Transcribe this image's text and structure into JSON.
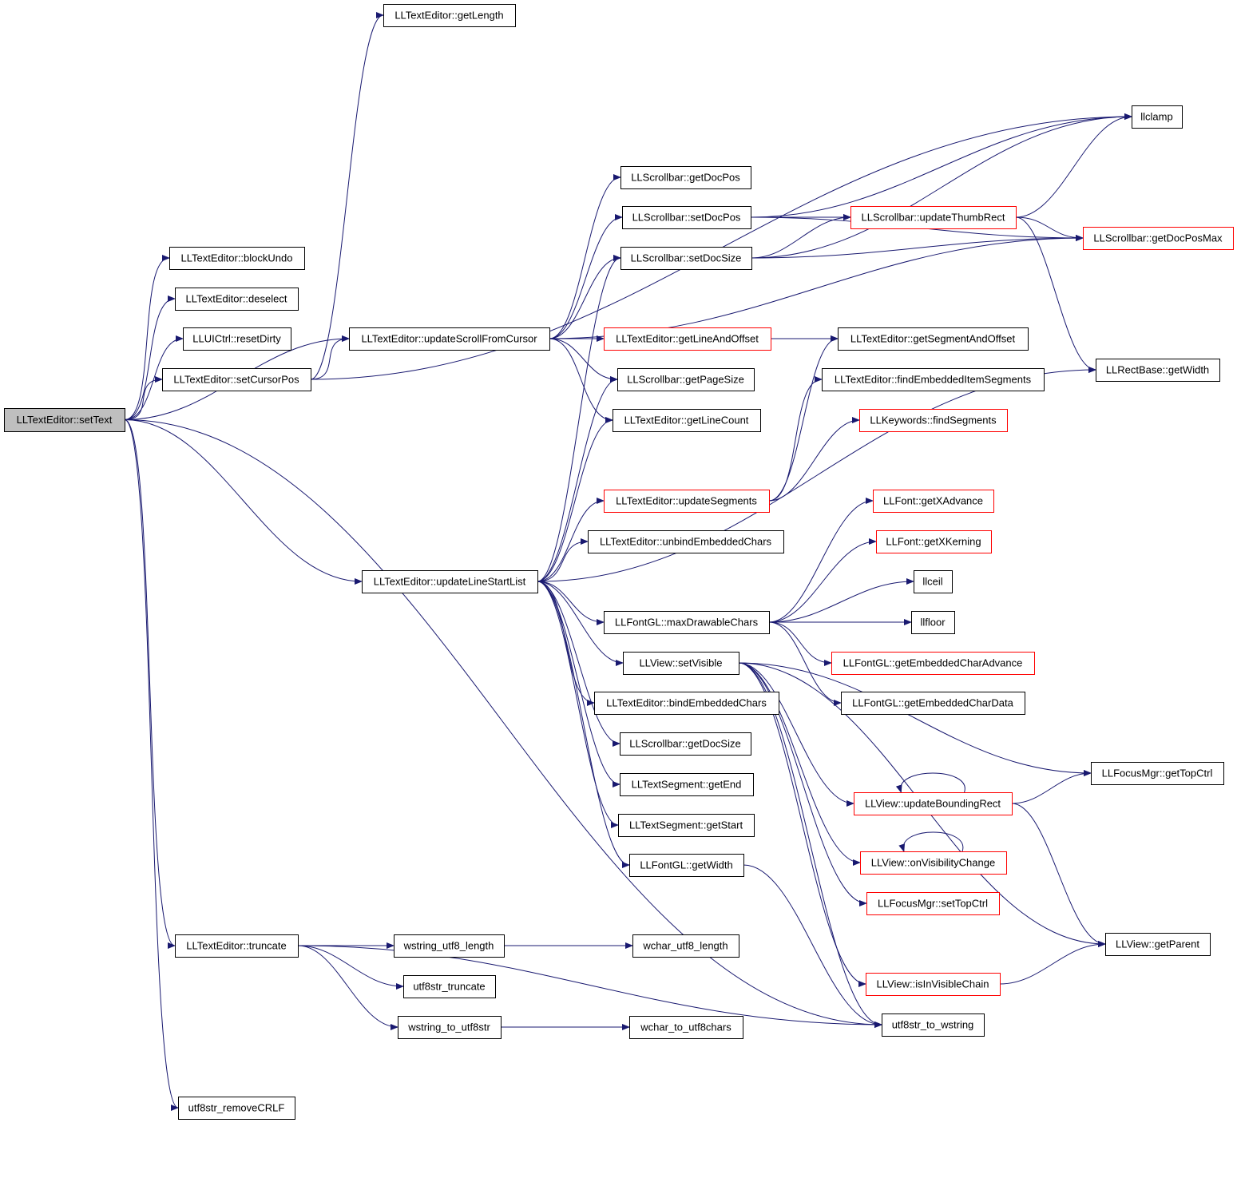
{
  "colors": {
    "edge": "#191970",
    "node_border": "#000000",
    "truncated_border": "#ff0000",
    "root_fill": "#bfbfbf",
    "node_fill": "#ffffff"
  },
  "nodes": [
    {
      "id": "setText",
      "label": "LLTextEditor::setText",
      "style": "root"
    },
    {
      "id": "blockUndo",
      "label": "LLTextEditor::blockUndo",
      "style": "normal"
    },
    {
      "id": "deselect",
      "label": "LLTextEditor::deselect",
      "style": "normal"
    },
    {
      "id": "resetDirty",
      "label": "LLUICtrl::resetDirty",
      "style": "normal"
    },
    {
      "id": "setCursorPos",
      "label": "LLTextEditor::setCursorPos",
      "style": "normal"
    },
    {
      "id": "getLength",
      "label": "LLTextEditor::getLength",
      "style": "normal"
    },
    {
      "id": "updateScrollFromCursor",
      "label": "LLTextEditor::updateScrollFromCursor",
      "style": "normal"
    },
    {
      "id": "updateLineStartList",
      "label": "LLTextEditor::updateLineStartList",
      "style": "normal"
    },
    {
      "id": "truncate",
      "label": "LLTextEditor::truncate",
      "style": "normal"
    },
    {
      "id": "removeCRLF",
      "label": "utf8str_removeCRLF",
      "style": "normal"
    },
    {
      "id": "sb_getDocPos",
      "label": "LLScrollbar::getDocPos",
      "style": "normal"
    },
    {
      "id": "sb_setDocPos",
      "label": "LLScrollbar::setDocPos",
      "style": "normal"
    },
    {
      "id": "sb_setDocSize",
      "label": "LLScrollbar::setDocSize",
      "style": "normal"
    },
    {
      "id": "getLineAndOffset",
      "label": "LLTextEditor::getLineAndOffset",
      "style": "truncated"
    },
    {
      "id": "sb_getPageSize",
      "label": "LLScrollbar::getPageSize",
      "style": "normal"
    },
    {
      "id": "getLineCount",
      "label": "LLTextEditor::getLineCount",
      "style": "normal"
    },
    {
      "id": "updateSegments",
      "label": "LLTextEditor::updateSegments",
      "style": "truncated"
    },
    {
      "id": "unbindEmbeddedChars",
      "label": "LLTextEditor::unbindEmbeddedChars",
      "style": "normal"
    },
    {
      "id": "maxDrawableChars",
      "label": "LLFontGL::maxDrawableChars",
      "style": "normal"
    },
    {
      "id": "setVisible",
      "label": "LLView::setVisible",
      "style": "normal"
    },
    {
      "id": "bindEmbeddedChars",
      "label": "LLTextEditor::bindEmbeddedChars",
      "style": "normal"
    },
    {
      "id": "sb_getDocSize",
      "label": "LLScrollbar::getDocSize",
      "style": "normal"
    },
    {
      "id": "seg_getEnd",
      "label": "LLTextSegment::getEnd",
      "style": "normal"
    },
    {
      "id": "seg_getStart",
      "label": "LLTextSegment::getStart",
      "style": "normal"
    },
    {
      "id": "font_getWidth",
      "label": "LLFontGL::getWidth",
      "style": "normal"
    },
    {
      "id": "wstring_utf8_length",
      "label": "wstring_utf8_length",
      "style": "normal"
    },
    {
      "id": "utf8str_truncate",
      "label": "utf8str_truncate",
      "style": "normal"
    },
    {
      "id": "wstring_to_utf8str",
      "label": "wstring_to_utf8str",
      "style": "normal"
    },
    {
      "id": "wchar_utf8_length",
      "label": "wchar_utf8_length",
      "style": "normal"
    },
    {
      "id": "wchar_to_utf8chars",
      "label": "wchar_to_utf8chars",
      "style": "normal"
    },
    {
      "id": "updateThumbRect",
      "label": "LLScrollbar::updateThumbRect",
      "style": "truncated"
    },
    {
      "id": "getSegmentAndOffset",
      "label": "LLTextEditor::getSegmentAndOffset",
      "style": "normal"
    },
    {
      "id": "findEmbeddedItemSegments",
      "label": "LLTextEditor::findEmbeddedItemSegments",
      "style": "normal"
    },
    {
      "id": "findSegments",
      "label": "LLKeywords::findSegments",
      "style": "truncated"
    },
    {
      "id": "getXAdvance",
      "label": "LLFont::getXAdvance",
      "style": "truncated"
    },
    {
      "id": "getXKerning",
      "label": "LLFont::getXKerning",
      "style": "truncated"
    },
    {
      "id": "llceil",
      "label": "llceil",
      "style": "normal"
    },
    {
      "id": "llfloor",
      "label": "llfloor",
      "style": "normal"
    },
    {
      "id": "getEmbeddedCharAdvance",
      "label": "LLFontGL::getEmbeddedCharAdvance",
      "style": "truncated"
    },
    {
      "id": "getEmbeddedCharData",
      "label": "LLFontGL::getEmbeddedCharData",
      "style": "normal"
    },
    {
      "id": "updateBoundingRect",
      "label": "LLView::updateBoundingRect",
      "style": "truncated"
    },
    {
      "id": "onVisibilityChange",
      "label": "LLView::onVisibilityChange",
      "style": "truncated"
    },
    {
      "id": "setTopCtrl",
      "label": "LLFocusMgr::setTopCtrl",
      "style": "truncated"
    },
    {
      "id": "isInVisibleChain",
      "label": "LLView::isInVisibleChain",
      "style": "truncated"
    },
    {
      "id": "utf8str_to_wstring",
      "label": "utf8str_to_wstring",
      "style": "normal"
    },
    {
      "id": "llclamp",
      "label": "llclamp",
      "style": "normal"
    },
    {
      "id": "getDocPosMax",
      "label": "LLScrollbar::getDocPosMax",
      "style": "truncated"
    },
    {
      "id": "rect_getWidth",
      "label": "LLRectBase::getWidth",
      "style": "normal"
    },
    {
      "id": "getTopCtrl",
      "label": "LLFocusMgr::getTopCtrl",
      "style": "normal"
    },
    {
      "id": "getParent",
      "label": "LLView::getParent",
      "style": "normal"
    }
  ],
  "edges": [
    [
      "setText",
      "blockUndo"
    ],
    [
      "setText",
      "deselect"
    ],
    [
      "setText",
      "resetDirty"
    ],
    [
      "setText",
      "setCursorPos"
    ],
    [
      "setText",
      "updateScrollFromCursor"
    ],
    [
      "setText",
      "updateLineStartList"
    ],
    [
      "setText",
      "truncate"
    ],
    [
      "setText",
      "utf8str_to_wstring"
    ],
    [
      "setText",
      "removeCRLF"
    ],
    [
      "setCursorPos",
      "getLength"
    ],
    [
      "setCursorPos",
      "updateScrollFromCursor"
    ],
    [
      "setCursorPos",
      "llclamp"
    ],
    [
      "updateScrollFromCursor",
      "sb_getDocPos"
    ],
    [
      "updateScrollFromCursor",
      "sb_setDocPos"
    ],
    [
      "updateScrollFromCursor",
      "sb_setDocSize"
    ],
    [
      "updateScrollFromCursor",
      "getLineAndOffset"
    ],
    [
      "updateScrollFromCursor",
      "sb_getPageSize"
    ],
    [
      "updateScrollFromCursor",
      "getLineCount"
    ],
    [
      "updateScrollFromCursor",
      "getDocPosMax"
    ],
    [
      "sb_setDocPos",
      "updateThumbRect"
    ],
    [
      "sb_setDocPos",
      "llclamp"
    ],
    [
      "sb_setDocPos",
      "getDocPosMax"
    ],
    [
      "sb_setDocSize",
      "updateThumbRect"
    ],
    [
      "sb_setDocSize",
      "llclamp"
    ],
    [
      "sb_setDocSize",
      "getDocPosMax"
    ],
    [
      "updateThumbRect",
      "getDocPosMax"
    ],
    [
      "updateThumbRect",
      "llclamp"
    ],
    [
      "updateThumbRect",
      "rect_getWidth"
    ],
    [
      "getLineAndOffset",
      "getSegmentAndOffset"
    ],
    [
      "updateLineStartList",
      "sb_setDocSize"
    ],
    [
      "updateLineStartList",
      "sb_getPageSize"
    ],
    [
      "updateLineStartList",
      "getLineCount"
    ],
    [
      "updateLineStartList",
      "updateSegments"
    ],
    [
      "updateLineStartList",
      "unbindEmbeddedChars"
    ],
    [
      "updateLineStartList",
      "maxDrawableChars"
    ],
    [
      "updateLineStartList",
      "setVisible"
    ],
    [
      "updateLineStartList",
      "bindEmbeddedChars"
    ],
    [
      "updateLineStartList",
      "sb_getDocSize"
    ],
    [
      "updateLineStartList",
      "seg_getEnd"
    ],
    [
      "updateLineStartList",
      "seg_getStart"
    ],
    [
      "updateLineStartList",
      "font_getWidth"
    ],
    [
      "updateLineStartList",
      "rect_getWidth"
    ],
    [
      "updateSegments",
      "getSegmentAndOffset"
    ],
    [
      "updateSegments",
      "findEmbeddedItemSegments"
    ],
    [
      "updateSegments",
      "findSegments"
    ],
    [
      "maxDrawableChars",
      "getXAdvance"
    ],
    [
      "maxDrawableChars",
      "getXKerning"
    ],
    [
      "maxDrawableChars",
      "llceil"
    ],
    [
      "maxDrawableChars",
      "llfloor"
    ],
    [
      "maxDrawableChars",
      "getEmbeddedCharAdvance"
    ],
    [
      "maxDrawableChars",
      "getEmbeddedCharData"
    ],
    [
      "setVisible",
      "updateBoundingRect"
    ],
    [
      "setVisible",
      "onVisibilityChange"
    ],
    [
      "setVisible",
      "setTopCtrl"
    ],
    [
      "setVisible",
      "isInVisibleChain"
    ],
    [
      "setVisible",
      "getTopCtrl"
    ],
    [
      "setVisible",
      "getParent"
    ],
    [
      "setVisible",
      "utf8str_to_wstring"
    ],
    [
      "updateBoundingRect",
      "updateBoundingRect"
    ],
    [
      "updateBoundingRect",
      "getTopCtrl"
    ],
    [
      "updateBoundingRect",
      "getParent"
    ],
    [
      "onVisibilityChange",
      "onVisibilityChange"
    ],
    [
      "isInVisibleChain",
      "getParent"
    ],
    [
      "font_getWidth",
      "utf8str_to_wstring"
    ],
    [
      "truncate",
      "wstring_utf8_length"
    ],
    [
      "truncate",
      "utf8str_truncate"
    ],
    [
      "truncate",
      "wstring_to_utf8str"
    ],
    [
      "truncate",
      "utf8str_to_wstring"
    ],
    [
      "wstring_utf8_length",
      "wchar_utf8_length"
    ],
    [
      "wstring_to_utf8str",
      "wchar_to_utf8chars"
    ]
  ]
}
